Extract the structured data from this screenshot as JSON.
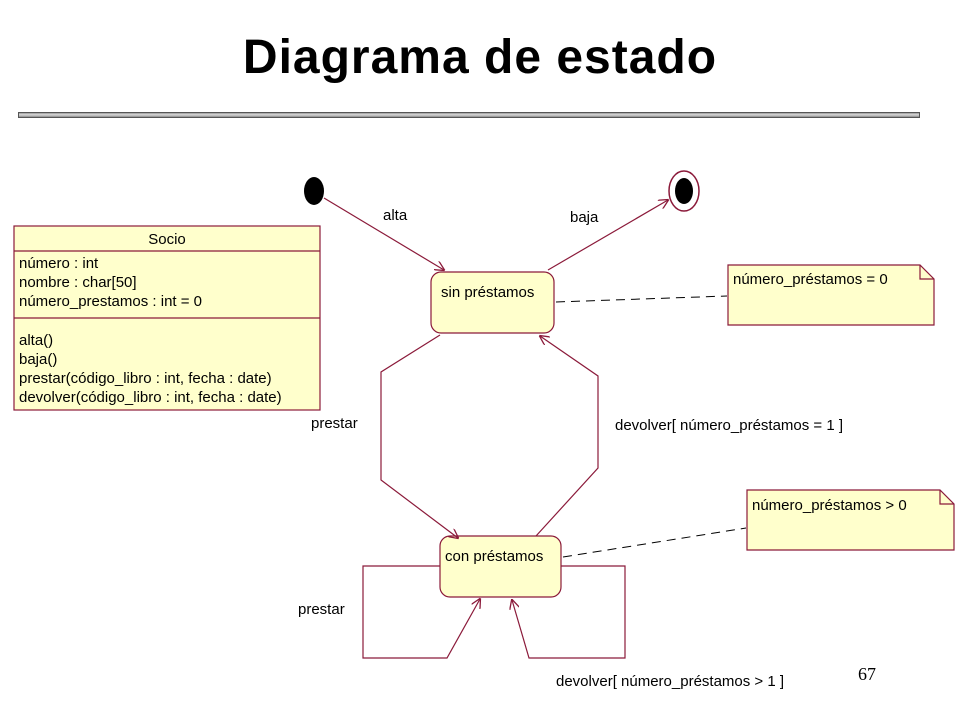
{
  "title": "Diagrama de estado",
  "page_number": "67",
  "class_box": {
    "name": "Socio",
    "attributes": [
      "número : int",
      "nombre : char[50]",
      "número_prestamos : int = 0"
    ],
    "operations": [
      "alta()",
      "baja()",
      "prestar(código_libro : int, fecha : date)",
      "devolver(código_libro : int, fecha : date)"
    ]
  },
  "states": {
    "sin_prestamos": "sin préstamos",
    "con_prestamos": "con préstamos"
  },
  "transitions": {
    "alta": "alta",
    "baja": "baja",
    "prestar_1": "prestar",
    "devolver_1": "devolver[ número_préstamos = 1 ]",
    "prestar_2": "prestar",
    "devolver_2": "devolver[ número_préstamos > 1 ]"
  },
  "notes": {
    "note_1": "número_préstamos = 0",
    "note_2": "número_préstamos > 0"
  },
  "colors": {
    "fill": "#ffffcc",
    "transition": "#8b1a3a",
    "note_border": "#8b1a3a",
    "state_border": "#8b1a3a"
  }
}
